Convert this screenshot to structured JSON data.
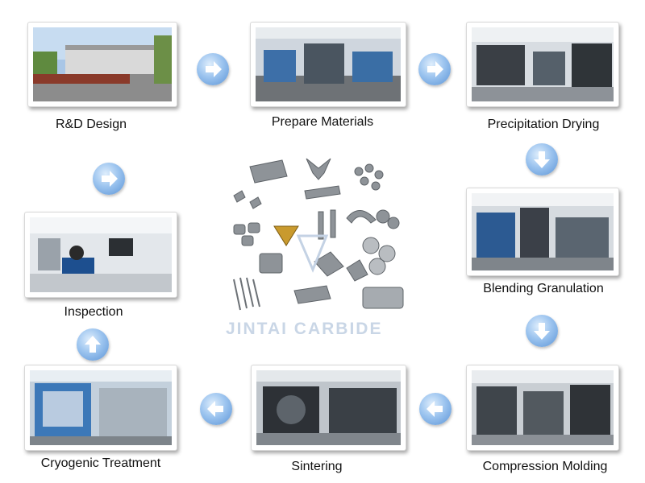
{
  "steps": [
    {
      "label": "R&D Design"
    },
    {
      "label": "Prepare Materials"
    },
    {
      "label": "Precipitation Drying"
    },
    {
      "label": "Blending Granulation"
    },
    {
      "label": "Compression Molding"
    },
    {
      "label": "Sintering"
    },
    {
      "label": "Cryogenic Treatment"
    },
    {
      "label": "Inspection"
    }
  ],
  "center": {
    "watermark": "JINTAI CARBIDE"
  },
  "colors": {
    "arrow": "#5a93d6",
    "arrow_light": "#dfeefc",
    "text": "#111111"
  },
  "icons": {
    "flow_arrow": "arrow-icon"
  }
}
